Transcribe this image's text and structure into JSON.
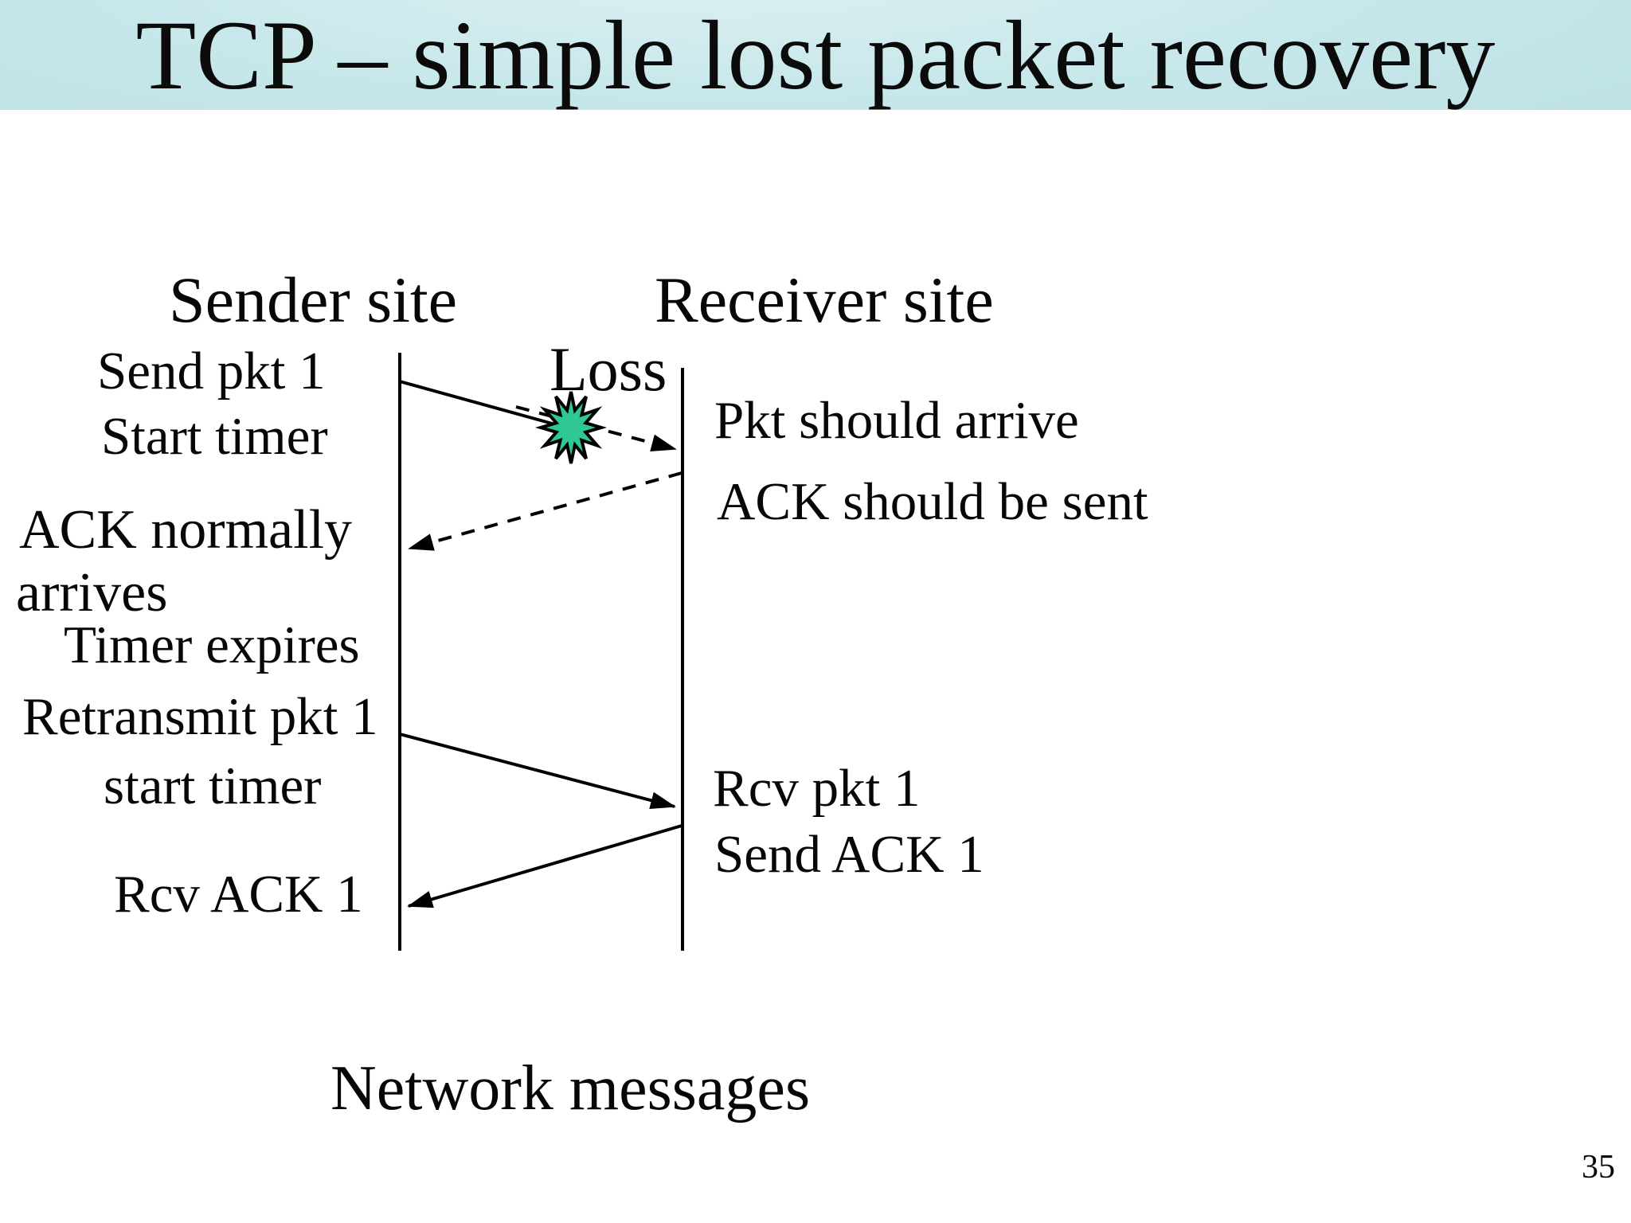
{
  "slide": {
    "title": "TCP – simple lost packet recovery",
    "caption": "Network messages",
    "page_number": "35"
  },
  "columns": {
    "sender_heading": "Sender site",
    "receiver_heading": "Receiver site"
  },
  "sender_events": {
    "send_pkt": "Send pkt 1",
    "start_timer": "Start timer",
    "ack_normally_line1": "ACK normally",
    "ack_normally_line2": "arrives",
    "timer_expires": "Timer expires",
    "retransmit_pkt": "Retransmit pkt 1",
    "start_timer_again": "start timer",
    "rcv_ack": "Rcv ACK 1"
  },
  "receiver_events": {
    "pkt_should_arrive": "Pkt should arrive",
    "ack_should_be_sent": "ACK should be sent",
    "rcv_pkt": "Rcv pkt 1",
    "send_ack": "Send ACK 1"
  },
  "annotations": {
    "loss": "Loss"
  },
  "icons": {
    "loss_burst": "loss-burst-icon"
  },
  "colors": {
    "banner_background": "#c6e7ea",
    "star_fill": "#2fc794",
    "line_color": "#000000",
    "text_color": "#070707"
  }
}
